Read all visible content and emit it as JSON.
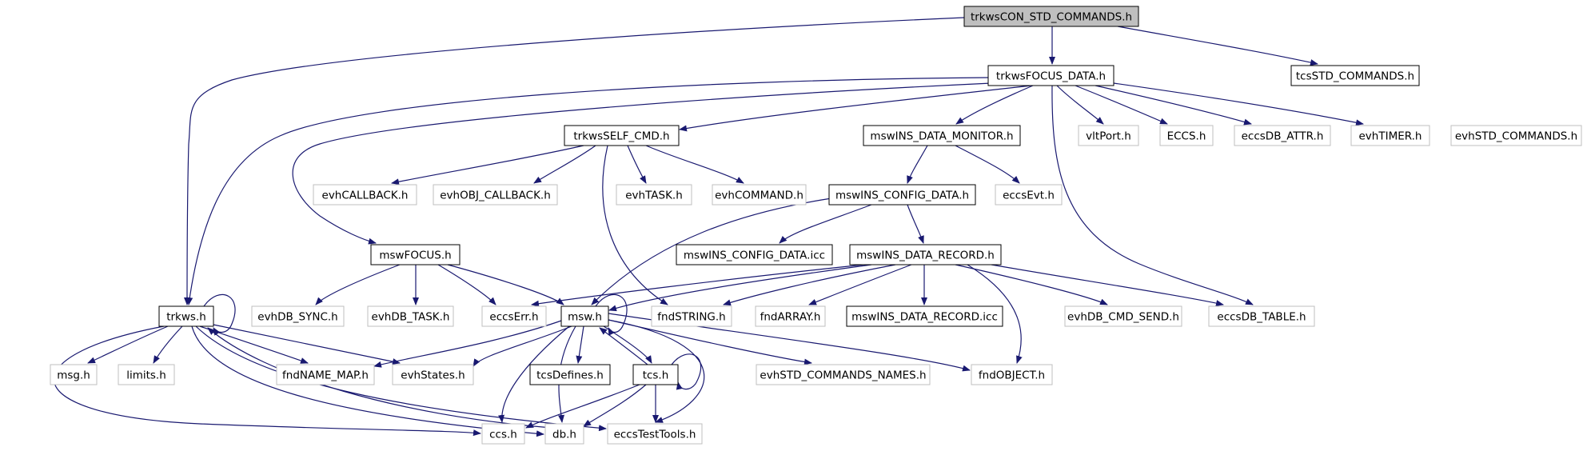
{
  "graph": {
    "nodes": [
      {
        "id": "root",
        "label": "trkwsCON_STD_COMMANDS.h",
        "style": "root"
      },
      {
        "id": "focus_data",
        "label": "trkwsFOCUS_DATA.h",
        "style": "doc"
      },
      {
        "id": "tcs_std",
        "label": "tcsSTD_COMMANDS.h",
        "style": "doc"
      },
      {
        "id": "self_cmd",
        "label": "trkwsSELF_CMD.h",
        "style": "doc"
      },
      {
        "id": "ins_monitor",
        "label": "mswINS_DATA_MONITOR.h",
        "style": "doc"
      },
      {
        "id": "vltport",
        "label": "vltPort.h",
        "style": "ext"
      },
      {
        "id": "eccs",
        "label": "ECCS.h",
        "style": "ext"
      },
      {
        "id": "eccsdb_attr",
        "label": "eccsDB_ATTR.h",
        "style": "ext"
      },
      {
        "id": "evhtimer",
        "label": "evhTIMER.h",
        "style": "ext"
      },
      {
        "id": "evhstd",
        "label": "evhSTD_COMMANDS.h",
        "style": "ext"
      },
      {
        "id": "evhcallback",
        "label": "evhCALLBACK.h",
        "style": "ext"
      },
      {
        "id": "evhobj",
        "label": "evhOBJ_CALLBACK.h",
        "style": "ext"
      },
      {
        "id": "evhtask",
        "label": "evhTASK.h",
        "style": "ext"
      },
      {
        "id": "evhcommand",
        "label": "evhCOMMAND.h",
        "style": "ext"
      },
      {
        "id": "ins_config",
        "label": "mswINS_CONFIG_DATA.h",
        "style": "doc"
      },
      {
        "id": "eccsevt",
        "label": "eccsEvt.h",
        "style": "ext"
      },
      {
        "id": "mswfocus",
        "label": "mswFOCUS.h",
        "style": "doc"
      },
      {
        "id": "ins_config_icc",
        "label": "mswINS_CONFIG_DATA.icc",
        "style": "doc"
      },
      {
        "id": "ins_record",
        "label": "mswINS_DATA_RECORD.h",
        "style": "doc"
      },
      {
        "id": "trkws",
        "label": "trkws.h",
        "style": "doc"
      },
      {
        "id": "evhdb_sync",
        "label": "evhDB_SYNC.h",
        "style": "ext"
      },
      {
        "id": "evhdb_task",
        "label": "evhDB_TASK.h",
        "style": "ext"
      },
      {
        "id": "eccserr",
        "label": "eccsErr.h",
        "style": "ext"
      },
      {
        "id": "msw",
        "label": "msw.h",
        "style": "doc"
      },
      {
        "id": "fndstring",
        "label": "fndSTRING.h",
        "style": "ext"
      },
      {
        "id": "fndarray",
        "label": "fndARRAY.h",
        "style": "ext"
      },
      {
        "id": "ins_record_icc",
        "label": "mswINS_DATA_RECORD.icc",
        "style": "doc"
      },
      {
        "id": "evhdb_cmd",
        "label": "evhDB_CMD_SEND.h",
        "style": "ext"
      },
      {
        "id": "eccsdb_table",
        "label": "eccsDB_TABLE.h",
        "style": "ext"
      },
      {
        "id": "msg",
        "label": "msg.h",
        "style": "ext"
      },
      {
        "id": "limits",
        "label": "limits.h",
        "style": "ext"
      },
      {
        "id": "fndname",
        "label": "fndNAME_MAP.h",
        "style": "ext"
      },
      {
        "id": "evhstates",
        "label": "evhStates.h",
        "style": "ext"
      },
      {
        "id": "tcsdefines",
        "label": "tcsDefines.h",
        "style": "doc"
      },
      {
        "id": "tcs",
        "label": "tcs.h",
        "style": "doc"
      },
      {
        "id": "evhstd_names",
        "label": "evhSTD_COMMANDS_NAMES.h",
        "style": "ext"
      },
      {
        "id": "fndobject",
        "label": "fndOBJECT.h",
        "style": "ext"
      },
      {
        "id": "ccs",
        "label": "ccs.h",
        "style": "ext"
      },
      {
        "id": "db",
        "label": "db.h",
        "style": "ext"
      },
      {
        "id": "eccstest",
        "label": "eccsTestTools.h",
        "style": "ext"
      }
    ],
    "colors": {
      "edge": "#191970",
      "root_fill": "#bfbfbf",
      "doc_border": "#000000",
      "ext_border": "#bfbfbf"
    }
  }
}
